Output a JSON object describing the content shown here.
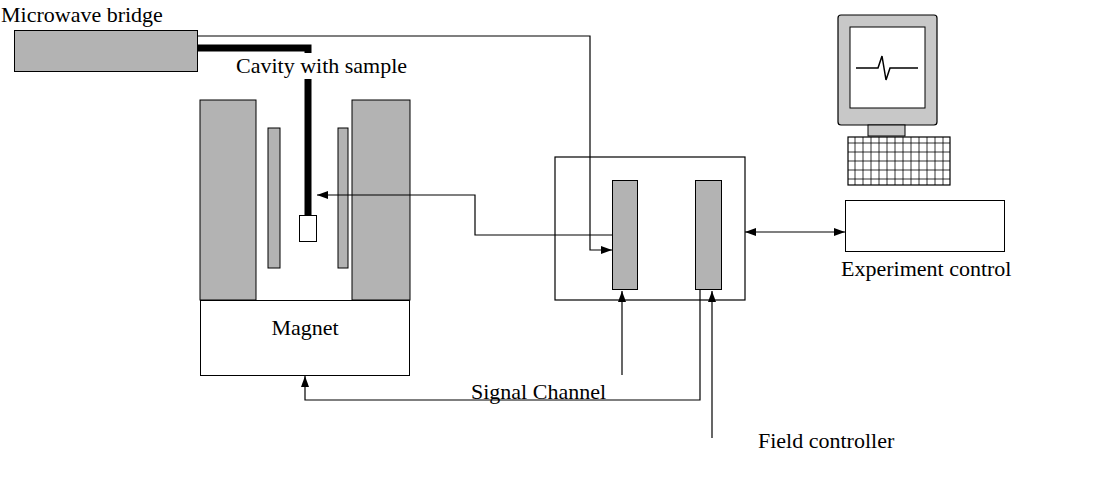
{
  "diagram": {
    "nodes": [
      {
        "text": [
          "Microwave bridge"
        ]
      },
      {
        "text": [
          "Cavity with sample"
        ]
      },
      {
        "text": [
          "Magnet"
        ]
      },
      {
        "text": [
          "Signal Channel"
        ]
      },
      {
        "text": [
          "Field controller"
        ]
      },
      {
        "text": [
          "Experiment control"
        ]
      }
    ],
    "edges": [
      {
        "from": 0,
        "to": 1,
        "arrow": "none"
      },
      {
        "from": 0,
        "to": 3,
        "arrow": "to"
      },
      {
        "from": 3,
        "to": 1,
        "arrow": "to"
      },
      {
        "from": 4,
        "to": 2,
        "arrow": "to"
      }
    ]
  }
}
